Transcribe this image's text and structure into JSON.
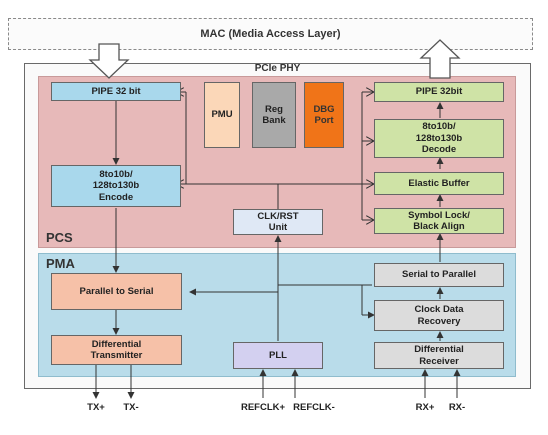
{
  "mac": "MAC (Media Access Layer)",
  "phy_title": "PCIe PHY",
  "pcs_label": "PCS",
  "pma_label": "PMA",
  "blocks": {
    "pipe_tx": "PIPE 32 bit",
    "pmu": "PMU",
    "reg_bank": "Reg\nBank",
    "dbg_port": "DBG\nPort",
    "pipe_rx": "PIPE 32bit",
    "decode": "8to10b/\n128to130b\nDecode",
    "encode": "8to10b/\n128to130b\nEncode",
    "elastic": "Elastic Buffer",
    "clkrst": "CLK/RST\nUnit",
    "symlock": "Symbol Lock/\nBlack Align",
    "s2p": "Serial to Parallel",
    "p2s": "Parallel to Serial",
    "cdr": "Clock Data\nRecovery",
    "diff_tx": "Differential\nTransmitter",
    "pll": "PLL",
    "diff_rx": "Differential\nReceiver"
  },
  "pins": {
    "txp": "TX+",
    "txn": "TX-",
    "refclkp": "REFCLK+",
    "refclkn": "REFCLK-",
    "rxp": "RX+",
    "rxn": "RX-"
  },
  "colors": {
    "pcs": "#e7b9b9",
    "pma": "#b9dcea",
    "dbg": "#f07418"
  }
}
